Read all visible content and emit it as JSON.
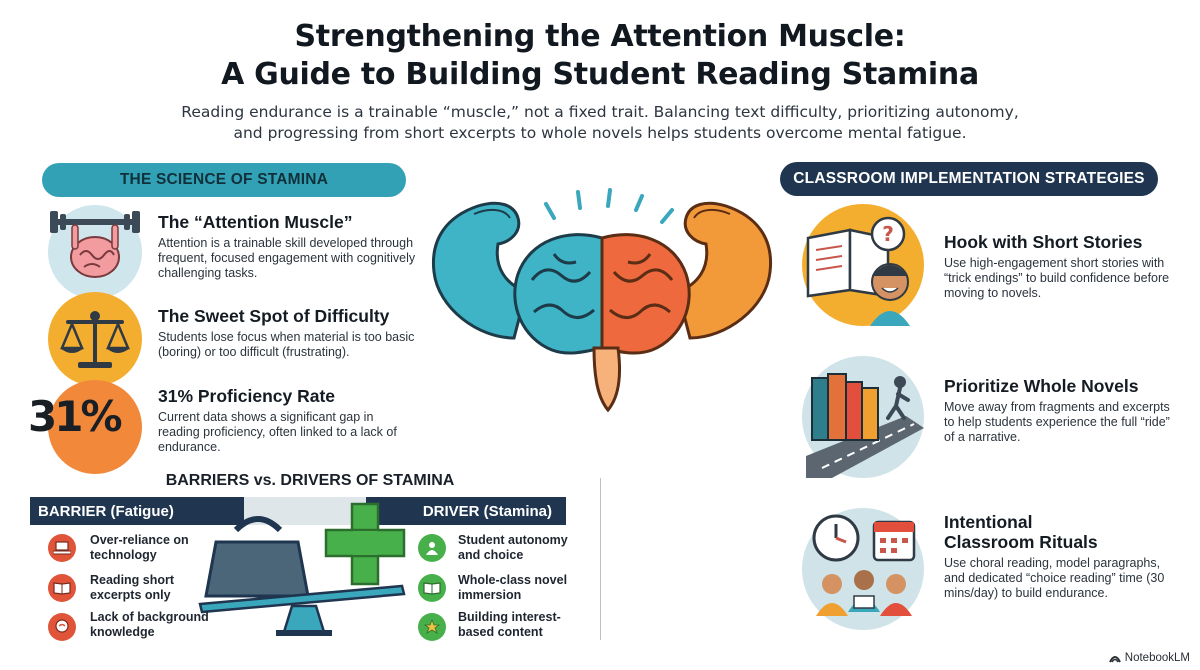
{
  "header": {
    "title_line1": "Strengthening the Attention Muscle:",
    "title_line2": "A Guide to Building Student Reading Stamina",
    "subtitle_line1": "Reading endurance is a trainable “muscle,” not a fixed trait. Balancing text difficulty, prioritizing autonomy,",
    "subtitle_line2": "and progressing from short excerpts to whole novels helps students overcome mental fatigue."
  },
  "science": {
    "heading": "THE SCIENCE OF STAMINA",
    "items": [
      {
        "title": "The “Attention Muscle”",
        "body": "Attention is a trainable skill developed through frequent, focused engagement with cognitively challenging tasks.",
        "icon": "brain-dumbbell-icon"
      },
      {
        "title": "The Sweet Spot of Difficulty",
        "body": "Students lose focus when material is too basic (boring) or too difficult (frustrating).",
        "icon": "scales-icon"
      },
      {
        "title": "31% Proficiency Rate",
        "body": "Current data shows a significant gap in reading proficiency, often linked to a lack of endurance.",
        "stat": "31%"
      }
    ]
  },
  "comparison": {
    "heading": "BARRIERS vs. DRIVERS OF STAMINA",
    "barrier_label": "BARRIER (Fatigue)",
    "driver_label": "DRIVER (Stamina)",
    "barriers": [
      {
        "text": "Over-reliance on technology",
        "icon": "laptop-icon"
      },
      {
        "text": "Reading short excerpts only",
        "icon": "book-icon"
      },
      {
        "text": "Lack of background knowledge",
        "icon": "head-icon"
      }
    ],
    "drivers": [
      {
        "text": "Student autonomy and choice",
        "icon": "person-icon"
      },
      {
        "text": "Whole-class novel immersion",
        "icon": "book-icon"
      },
      {
        "text": "Building interest-based content",
        "icon": "star-icon"
      }
    ]
  },
  "strategies": {
    "heading": "CLASSROOM IMPLEMENTATION STRATEGIES",
    "items": [
      {
        "title": "Hook with Short Stories",
        "body": "Use high-engagement short stories with “trick endings” to build confidence before moving to novels.",
        "icon": "book-question-icon"
      },
      {
        "title": "Prioritize Whole Novels",
        "body": "Move away from fragments and excerpts to help students experience the full “ride” of a narrative.",
        "icon": "books-road-icon"
      },
      {
        "title_line1": "Intentional",
        "title_line2": "Classroom Rituals",
        "body": "Use choral reading, model paragraphs, and dedicated “choice reading” time (30 mins/day) to build endurance.",
        "icon": "clock-calendar-icon"
      }
    ]
  },
  "brand": {
    "name": "NotebookLM"
  },
  "colors": {
    "teal": "#33a1b5",
    "navy": "#1f3550",
    "orange": "#f0a030",
    "red": "#e0553a",
    "green": "#48b04a"
  }
}
